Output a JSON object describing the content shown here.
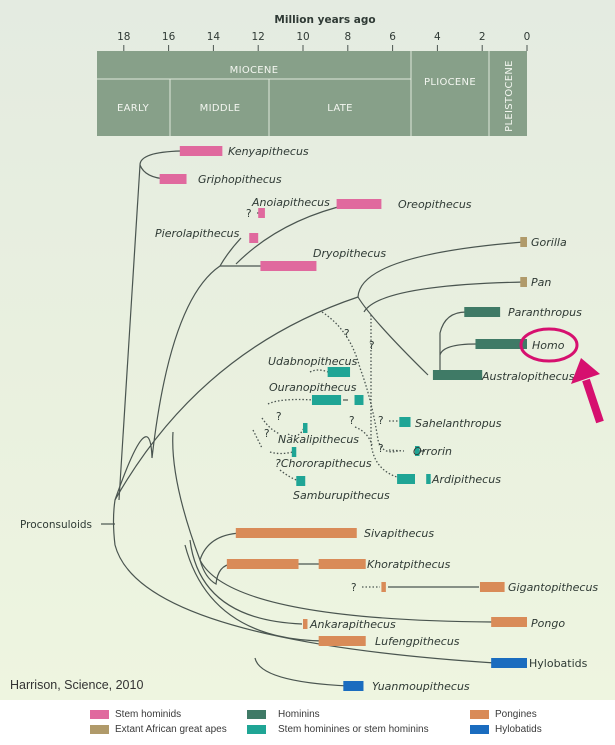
{
  "axis": {
    "title": "Million years ago",
    "ticks": [
      "18",
      "16",
      "14",
      "12",
      "10",
      "8",
      "6",
      "4",
      "2",
      "0"
    ],
    "tick_values": [
      18,
      16,
      14,
      12,
      10,
      8,
      6,
      4,
      2,
      0
    ]
  },
  "epochs": {
    "miocene": "MIOCENE",
    "early": "EARLY",
    "middle": "MIDDLE",
    "late": "LATE",
    "pliocene": "PLIOCENE",
    "pleistocene": "PLEISTOCENE"
  },
  "colors": {
    "stem_hominids": "#e0699e",
    "extant_african": "#b09a6a",
    "hominins": "#3f7a66",
    "stem_hominines": "#1fa595",
    "pongines": "#d98b58",
    "hylobatids": "#1a6cbf",
    "highlight": "#d6106f",
    "timescale": "#87a089"
  },
  "taxa": {
    "kenyapithecus": {
      "name": "Kenyapithecus",
      "range_mya": [
        15.5,
        13.6
      ]
    },
    "griphopithecus": {
      "name": "Griphopithecus",
      "range_mya": [
        16.4,
        15.2
      ]
    },
    "anoiapithecus": {
      "name": "Anoiapithecus",
      "range_mya": [
        12.0,
        11.7
      ]
    },
    "oreopithecus": {
      "name": "Oreopithecus",
      "range_mya": [
        8.5,
        6.5
      ]
    },
    "pierolapithecus": {
      "name": "Pierolapithecus",
      "range_mya": [
        12.4,
        12.0
      ]
    },
    "dryopithecus": {
      "name": "Dryopithecus",
      "range_mya": [
        11.9,
        9.4
      ]
    },
    "gorilla": {
      "name": "Gorilla",
      "range_mya": [
        0.3,
        0
      ]
    },
    "pan": {
      "name": "Pan",
      "range_mya": [
        0.3,
        0
      ]
    },
    "paranthropus": {
      "name": "Paranthropus",
      "range_mya": [
        2.8,
        1.2
      ]
    },
    "homo": {
      "name": "Homo",
      "range_mya": [
        2.3,
        0
      ]
    },
    "australopithecus": {
      "name": "Australopithecus",
      "range_mya": [
        4.2,
        2.0
      ]
    },
    "udabnopithecus": {
      "name": "Udabnopithecus",
      "range_mya": [
        8.9,
        7.9
      ]
    },
    "ouranopithecus": {
      "name": "Ouranopithecus",
      "range_mya": [
        9.6,
        7.3
      ]
    },
    "sahelanthropus": {
      "name": "Sahelanthropus",
      "range_mya": [
        5.7,
        5.2
      ]
    },
    "orrorin": {
      "name": "Orrorin",
      "range_mya": [
        5.0,
        4.8
      ]
    },
    "ardipithecus": {
      "name": "Ardipithecus",
      "range_mya": [
        5.8,
        4.3
      ]
    },
    "nakalipithecus": {
      "name": "Nakalipithecus",
      "range_mya": [
        10.0,
        9.8
      ]
    },
    "chororapithecus": {
      "name": "?Chororapithecus",
      "range_mya": [
        10.5,
        10.3
      ]
    },
    "samburupithecus": {
      "name": "Samburupithecus",
      "range_mya": [
        10.3,
        9.9
      ]
    },
    "sivapithecus": {
      "name": "Sivapithecus",
      "range_mya": [
        13.0,
        7.6
      ]
    },
    "khoratpithecus": {
      "name": "Khoratpithecus",
      "range_mya": [
        13.4,
        7.0
      ]
    },
    "gigantopithecus": {
      "name": "Gigantopithecus",
      "range_mya": [
        7.2,
        0.5
      ]
    },
    "ankarapithecus": {
      "name": "Ankarapithecus",
      "range_mya": [
        10.0,
        9.8
      ]
    },
    "lufengpithecus": {
      "name": "Lufengpithecus",
      "range_mya": [
        9.3,
        7.2
      ]
    },
    "pongo": {
      "name": "Pongo",
      "range_mya": [
        1.6,
        0
      ]
    },
    "hylobatids": {
      "name": "Hylobatids",
      "range_mya": [
        1.6,
        0
      ]
    },
    "yuanmoupithecus": {
      "name": "Yuanmoupithecus",
      "range_mya": [
        8.2,
        7.3
      ]
    },
    "proconsuloids": {
      "name": "Proconsuloids"
    }
  },
  "question_mark": "?",
  "credit": "Harrison, Science, 2010",
  "legend": [
    {
      "label": "Stem hominids",
      "color": "#e0699e"
    },
    {
      "label": "Extant African great apes",
      "color": "#b09a6a"
    },
    {
      "label": "Hominins",
      "color": "#3f7a66"
    },
    {
      "label": "Stem hominines or stem hominins",
      "color": "#1fa595"
    },
    {
      "label": "Pongines",
      "color": "#d98b58"
    },
    {
      "label": "Hylobatids",
      "color": "#1a6cbf"
    }
  ]
}
